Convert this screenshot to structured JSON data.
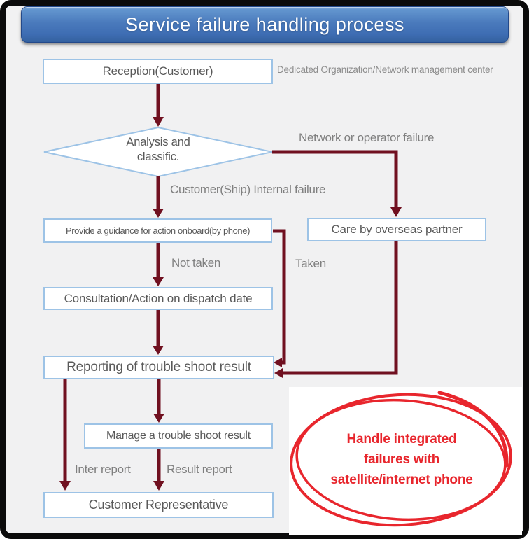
{
  "title": "Service failure handling process",
  "colors": {
    "frame": "#0b0b0b",
    "titlebar_top": "#6396cf",
    "titlebar_bottom": "#34619f",
    "content_bg": "#f1f1f2",
    "box_border": "#9dc3e6",
    "box_text": "#595959",
    "label_text": "#7f7f7f",
    "arrow": "#701020",
    "highlight_red": "#e8262d"
  },
  "nodes": {
    "reception": "Reception(Customer)",
    "analysis_line1": "Analysis and",
    "analysis_line2": "classific.",
    "provide": "Provide a guidance for action onboard(by phone)",
    "care": "Care by overseas partner",
    "consultation": "Consultation/Action on dispatch date",
    "reporting": "Reporting of trouble shoot result",
    "manage": "Manage a trouble shoot result",
    "customer": "Customer Representative"
  },
  "labels": {
    "dedicated": "Dedicated Organization/Network management center",
    "network_failure": "Network or operator failure",
    "internal_failure": "Customer(Ship) Internal failure",
    "not_taken": "Not taken",
    "taken": "Taken",
    "inter_report": "Inter report",
    "result_report": "Result report"
  },
  "callout": {
    "line1": "Handle integrated",
    "line2": "failures with",
    "line3": "satellite/internet phone"
  }
}
